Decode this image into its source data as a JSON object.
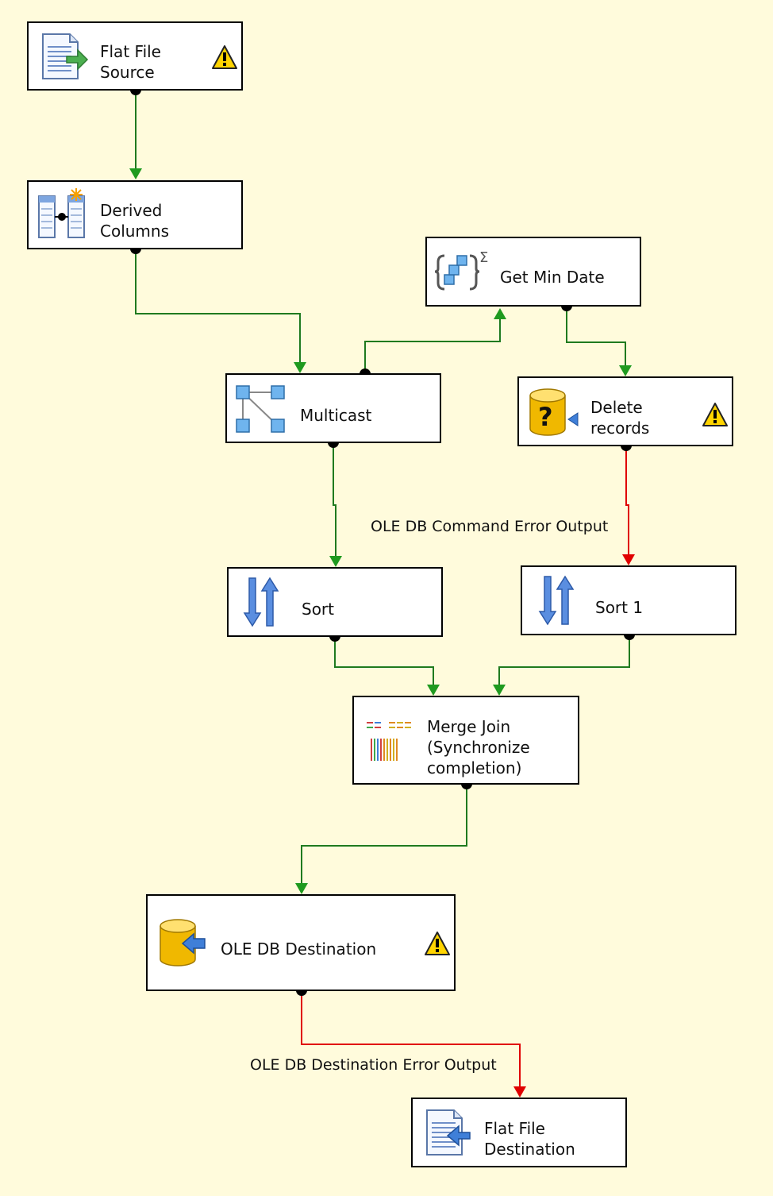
{
  "nodes": {
    "flat_file_source": {
      "label": "Flat File\nSource",
      "icon": "flat-file-source-icon",
      "warning": true
    },
    "derived_columns": {
      "label": "Derived\nColumns",
      "icon": "derived-column-icon",
      "warning": false
    },
    "get_min_date": {
      "label": "Get Min Date",
      "icon": "aggregate-icon",
      "warning": false
    },
    "multicast": {
      "label": "Multicast",
      "icon": "multicast-icon",
      "warning": false
    },
    "delete_records": {
      "label": "Delete\nrecords",
      "icon": "ole-db-command-icon",
      "warning": true
    },
    "sort": {
      "label": "Sort",
      "icon": "sort-icon",
      "warning": false
    },
    "sort_1": {
      "label": "Sort 1",
      "icon": "sort-icon",
      "warning": false
    },
    "merge_join": {
      "label": "Merge Join\n(Synchronize\ncompletion)",
      "icon": "merge-join-icon",
      "warning": false
    },
    "ole_db_destination": {
      "label": "OLE DB Destination",
      "icon": "ole-db-destination-icon",
      "warning": true
    },
    "flat_file_destination": {
      "label": "Flat File\nDestination",
      "icon": "flat-file-destination-icon",
      "warning": false
    }
  },
  "edges": [
    {
      "from": "flat_file_source",
      "to": "derived_columns",
      "type": "success"
    },
    {
      "from": "derived_columns",
      "to": "multicast",
      "type": "success"
    },
    {
      "from": "multicast",
      "to": "get_min_date",
      "type": "success"
    },
    {
      "from": "get_min_date",
      "to": "delete_records",
      "type": "success"
    },
    {
      "from": "multicast",
      "to": "sort",
      "type": "success"
    },
    {
      "from": "delete_records",
      "to": "sort_1",
      "type": "error",
      "label": "OLE DB Command Error Output"
    },
    {
      "from": "sort",
      "to": "merge_join",
      "type": "success"
    },
    {
      "from": "sort_1",
      "to": "merge_join",
      "type": "success"
    },
    {
      "from": "merge_join",
      "to": "ole_db_destination",
      "type": "success"
    },
    {
      "from": "ole_db_destination",
      "to": "flat_file_destination",
      "type": "error",
      "label": "OLE DB Destination Error Output"
    }
  ],
  "colors": {
    "background": "#fffbdc",
    "success": "#1f7a1f",
    "error": "#e00000",
    "node_border": "#000000"
  }
}
